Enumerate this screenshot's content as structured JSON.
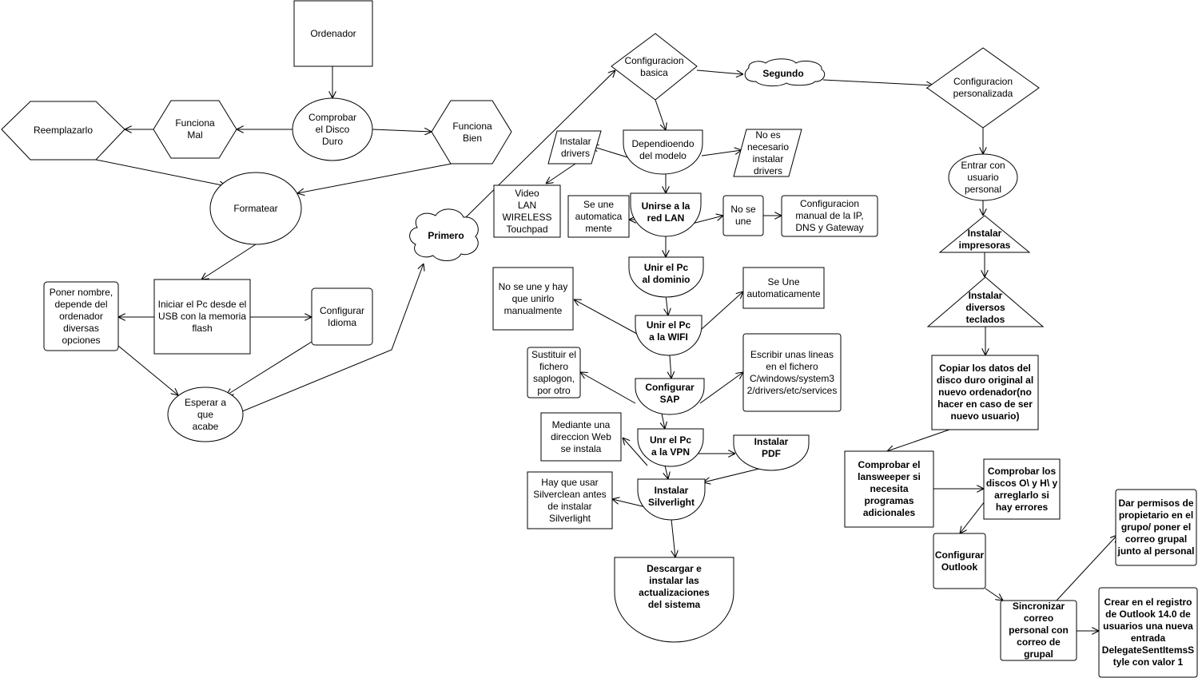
{
  "nodes": {
    "ordenador": "Ordenador",
    "comprobar_disco": "Comprobar\nel Disco\nDuro",
    "funciona_mal": "Funciona\nMal",
    "funciona_bien": "Funciona\nBien",
    "reemplazarlo": "Reemplazarlo",
    "formatear": "Formatear",
    "iniciar_usb": "Iniciar el Pc desde el\nUSB con la memoria\nflash",
    "poner_nombre": "Poner nombre,\ndepende del\nordenador\ndiversas\nopciones",
    "configurar_idioma": "Configurar\nIdioma",
    "esperar": "Esperar a\nque\nacabe",
    "primero": "Primero",
    "configuracion_basica": "Configuracion\nbasica",
    "segundo": "Segundo",
    "configuracion_personalizada": "Configuracion\npersonalizada",
    "dependiendo_modelo": "Dependioendo\ndel modelo",
    "instalar_drivers": "Instalar\ndrivers",
    "no_necesario_drivers": "No es\nnecesario\ninstalar\ndrivers",
    "video_lan": "Video\nLAN\nWIRELESS\nTouchpad",
    "se_une_auto": "Se une\nautomatica\nmente",
    "unirse_lan": "Unirse a la\nred LAN",
    "no_se_une": "No se\nune",
    "config_manual_ip": "Configuracion\nmanual de la IP,\nDNS y Gateway",
    "unir_dominio": "Unir el Pc\nal dominio",
    "no_se_une_manual": "No se une y hay\nque unirlo\nmanualmente",
    "se_une_automaticamente": "Se Une\nautomaticamente",
    "unir_wifi": "Unir el Pc\na la WIFI",
    "sustituir_saplogon": "Sustituir el\nfichero\nsaplogon,\npor otro",
    "configurar_sap": "Configurar\nSAP",
    "escribir_lineas": "Escribir unas lineas\nen el fichero\nC/windows/system3\n2/drivers/etc/services",
    "direccion_web": "Mediante una\ndireccion Web\nse instala",
    "unir_vpn": "Unr el Pc\na la VPN",
    "instalar_pdf": "Instalar\nPDF",
    "silverclean": "Hay que usar\nSilverclean antes\nde instalar\nSilverlight",
    "instalar_silverlight": "Instalar\nSilverlight",
    "actualizaciones": "Descargar e\ninstalar las\nactualizaciones\ndel sistema",
    "entrar_usuario": "Entrar con\nusuario\npersonal",
    "instalar_impresoras": "Instalar\nimpresoras",
    "instalar_teclados": "Instalar\ndiversos\nteclados",
    "copiar_datos": "Copiar los datos del\ndisco duro original al\nnuevo ordenador(no\nhacer en caso de ser\nnuevo usuario)",
    "comprobar_lansweeper": "Comprobar el\nlansweeper si\nnecesita\nprogramas\nadicionales",
    "comprobar_discos": "Comprobar los\ndiscos O\\ y H\\ y\narreglarlo si\nhay errores",
    "configurar_outlook": "Configurar\nOutlook",
    "sincronizar_correo": "Sincronizar\ncorreo\npersonal con\ncorreo de\ngrupal",
    "dar_permisos": "Dar permisos de\npropietario en el\ngrupo/  poner el\ncorreo grupal\njunto al personal",
    "crear_registro": "Crear en el registro\nde Outlook 14.0 de\nusuarios una nueva\nentrada\nDelegateSentItemsS\ntyle con valor 1"
  }
}
